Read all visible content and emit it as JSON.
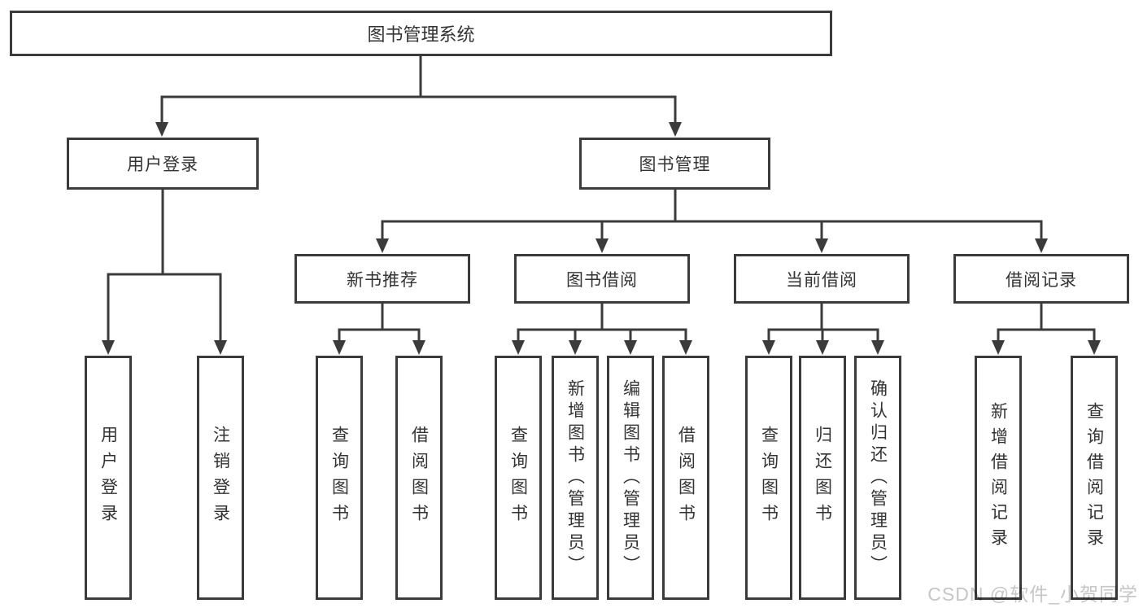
{
  "tree": {
    "root": {
      "label": "图书管理系统",
      "children": [
        {
          "label": "用户登录",
          "children": [
            {
              "label": "用户登录"
            },
            {
              "label": "注销登录"
            }
          ]
        },
        {
          "label": "图书管理",
          "children": [
            {
              "label": "新书推荐",
              "children": [
                {
                  "label": "查询图书"
                },
                {
                  "label": "借阅图书"
                }
              ]
            },
            {
              "label": "图书借阅",
              "children": [
                {
                  "label": "查询图书"
                },
                {
                  "label": "新增图书（管理员）"
                },
                {
                  "label": "编辑图书（管理员）"
                },
                {
                  "label": "借阅图书"
                }
              ]
            },
            {
              "label": "当前借阅",
              "children": [
                {
                  "label": "查询图书"
                },
                {
                  "label": "归还图书"
                },
                {
                  "label": "确认归还（管理员）"
                }
              ]
            },
            {
              "label": "借阅记录",
              "children": [
                {
                  "label": "新增借阅记录"
                },
                {
                  "label": "查询借阅记录"
                }
              ]
            }
          ]
        }
      ]
    }
  },
  "watermark": {
    "text": "CSDN @软件_小贺同学"
  },
  "colors": {
    "line": "#3b3b3b",
    "text": "#333333",
    "background": "#ffffff",
    "watermark": "#c6c6c6"
  }
}
